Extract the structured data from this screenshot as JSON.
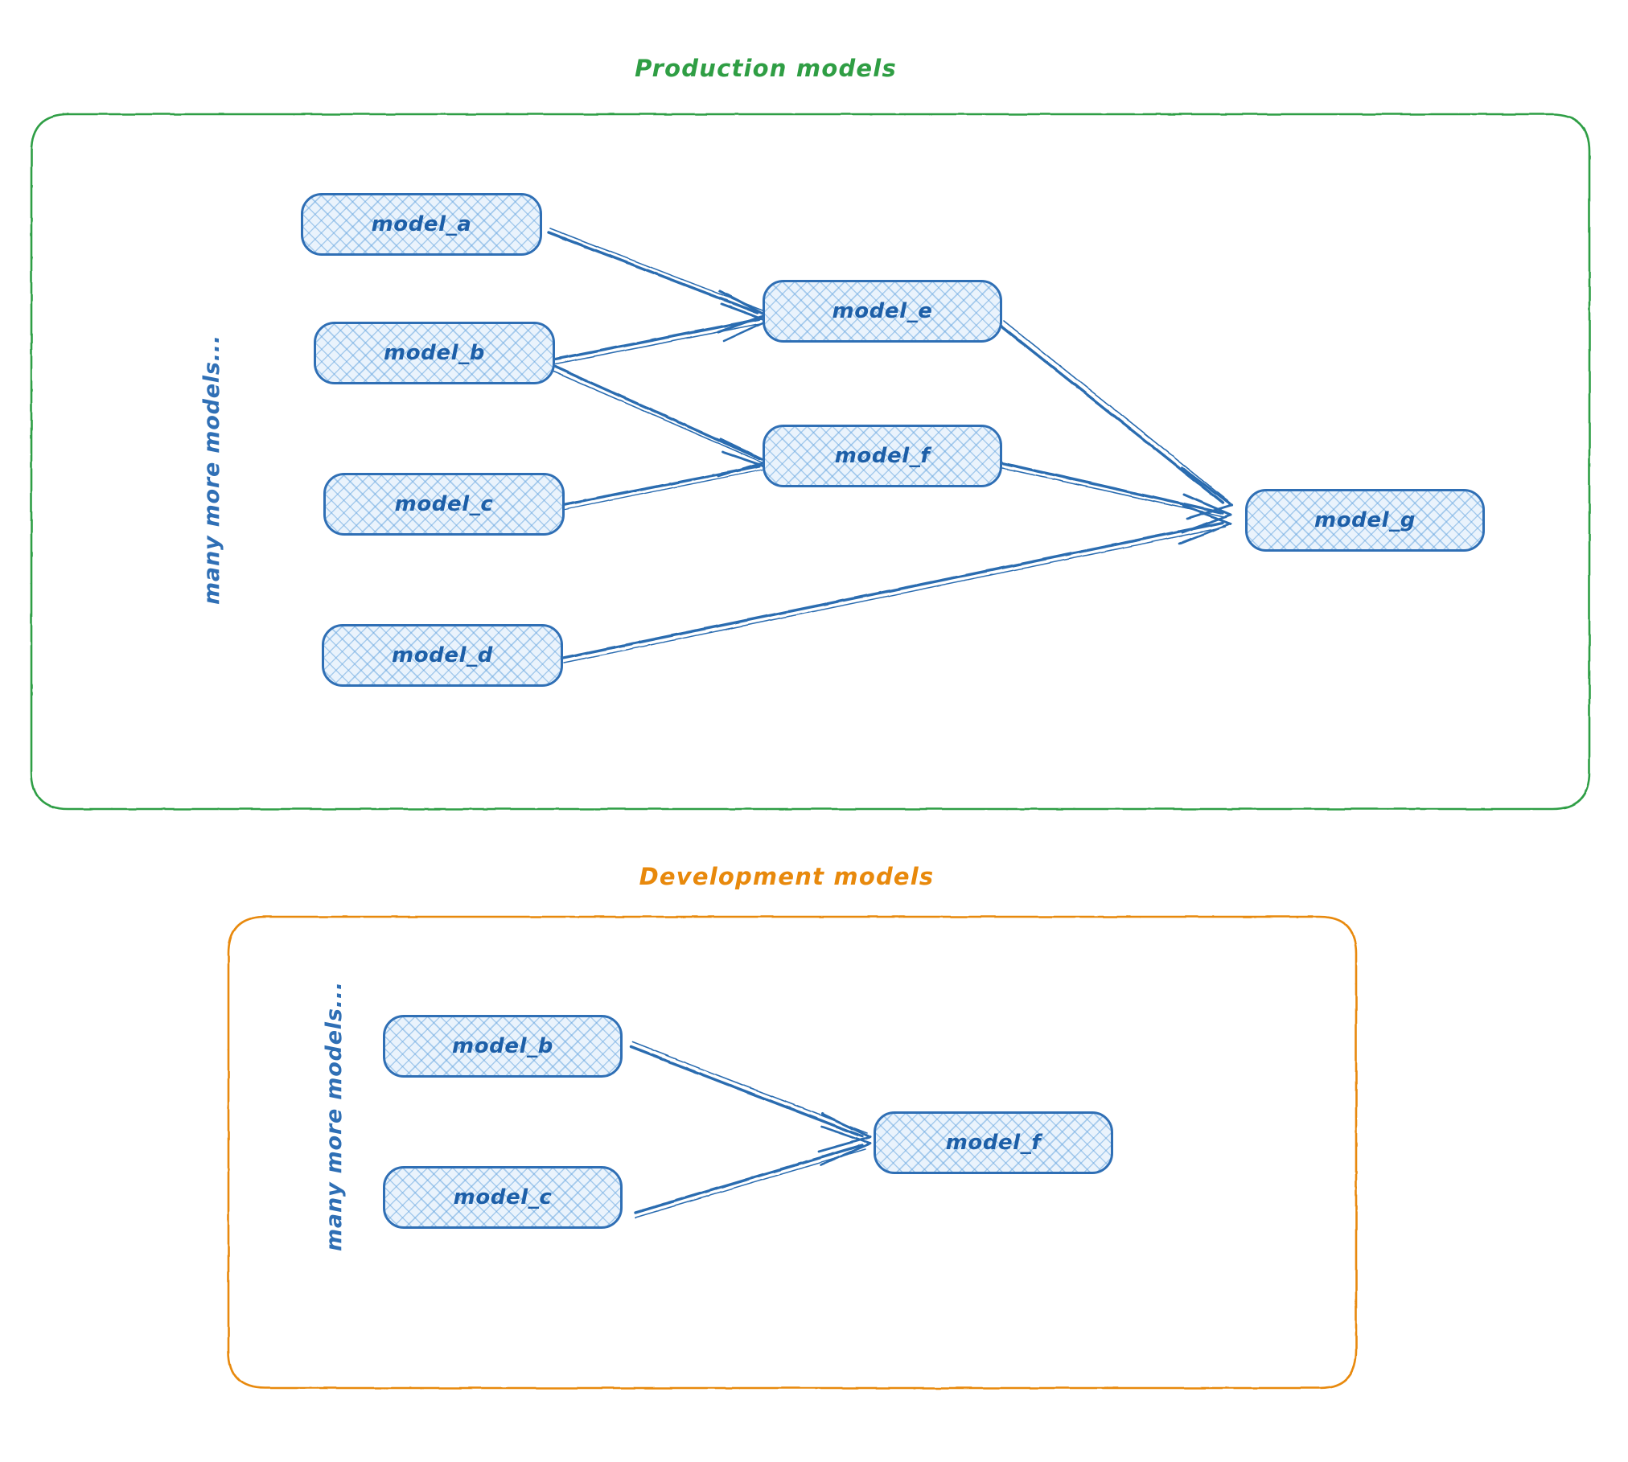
{
  "diagram": {
    "title_style": "hand-drawn whiteboard sketch",
    "colors": {
      "production_accent": "#2f9e44",
      "development_accent": "#e8890c",
      "node_border": "#2f6fb5",
      "node_fill": "#eaf3fc",
      "node_text": "#1d5fa8",
      "arrow": "#2c6cb0",
      "background": "#ffffff"
    }
  },
  "groups": [
    {
      "id": "production",
      "title": "Production models",
      "accent": "#2f9e44",
      "side_label": "many more models...",
      "nodes": [
        {
          "id": "prod_model_a",
          "label": "model_a"
        },
        {
          "id": "prod_model_b",
          "label": "model_b"
        },
        {
          "id": "prod_model_c",
          "label": "model_c"
        },
        {
          "id": "prod_model_d",
          "label": "model_d"
        },
        {
          "id": "prod_model_e",
          "label": "model_e"
        },
        {
          "id": "prod_model_f",
          "label": "model_f"
        },
        {
          "id": "prod_model_g",
          "label": "model_g"
        }
      ],
      "edges": [
        {
          "from": "model_a",
          "to": "model_e"
        },
        {
          "from": "model_b",
          "to": "model_e"
        },
        {
          "from": "model_b",
          "to": "model_f"
        },
        {
          "from": "model_c",
          "to": "model_f"
        },
        {
          "from": "model_e",
          "to": "model_g"
        },
        {
          "from": "model_f",
          "to": "model_g"
        },
        {
          "from": "model_d",
          "to": "model_g"
        }
      ]
    },
    {
      "id": "development",
      "title": "Development models",
      "accent": "#e8890c",
      "side_label": "many more models...",
      "nodes": [
        {
          "id": "dev_model_b",
          "label": "model_b"
        },
        {
          "id": "dev_model_c",
          "label": "model_c"
        },
        {
          "id": "dev_model_f",
          "label": "model_f"
        }
      ],
      "edges": [
        {
          "from": "model_b",
          "to": "model_f"
        },
        {
          "from": "model_c",
          "to": "model_f"
        }
      ]
    }
  ]
}
